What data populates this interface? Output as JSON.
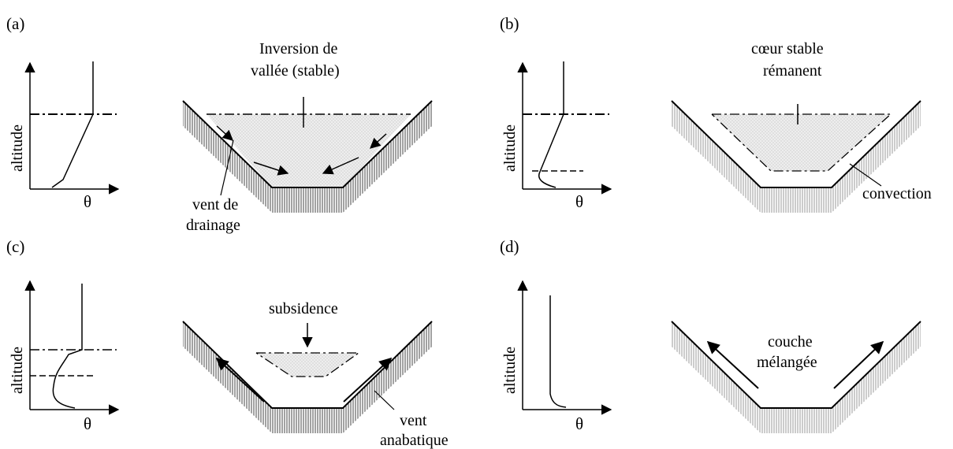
{
  "panels": [
    {
      "label": "(a)",
      "y_axis": "altitude",
      "x_axis": "θ",
      "annotations": [
        "Inversion de",
        "vallée (stable)",
        "vent de",
        "drainage"
      ]
    },
    {
      "label": "(b)",
      "y_axis": "altitude",
      "x_axis": "θ",
      "annotations": [
        "cœur stable",
        "rémanent",
        "convection"
      ]
    },
    {
      "label": "(c)",
      "y_axis": "altitude",
      "x_axis": "θ",
      "annotations": [
        "subsidence",
        "vent",
        "anabatique"
      ]
    },
    {
      "label": "(d)",
      "y_axis": "altitude",
      "x_axis": "θ",
      "annotations": [
        "couche",
        "mélangée"
      ]
    }
  ]
}
